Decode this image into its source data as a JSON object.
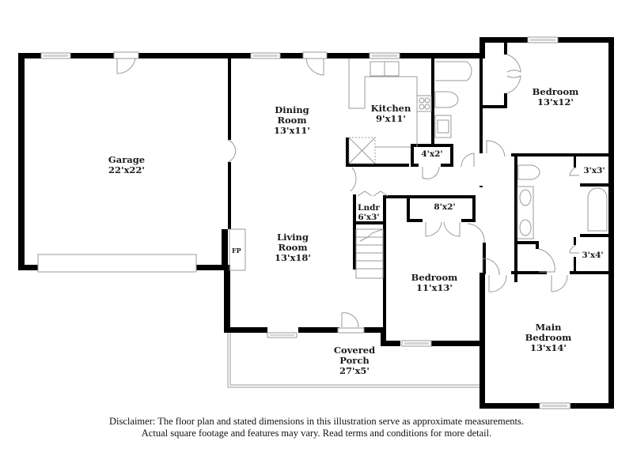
{
  "floorplan": {
    "rooms": [
      {
        "id": "garage",
        "name": "Garage",
        "dims": "22'x22'"
      },
      {
        "id": "dining",
        "name": "Dining Room",
        "name_lines": [
          "Dining",
          "Room"
        ],
        "dims": "13'x11'"
      },
      {
        "id": "kitchen",
        "name": "Kitchen",
        "dims": "9'x11'"
      },
      {
        "id": "bedroom1",
        "name": "Bedroom",
        "dims": "13'x12'"
      },
      {
        "id": "closet_4x2",
        "name": "",
        "dims": "4'x2'"
      },
      {
        "id": "closet_3x3",
        "name": "",
        "dims": "3'x3'"
      },
      {
        "id": "laundry",
        "name": "Lndr",
        "dims": "6'x3'"
      },
      {
        "id": "closet_8x2",
        "name": "",
        "dims": "8'x2'"
      },
      {
        "id": "living",
        "name": "Living Room",
        "name_lines": [
          "Living",
          "Room"
        ],
        "dims": "13'x18'"
      },
      {
        "id": "fireplace",
        "name": "FP",
        "dims": ""
      },
      {
        "id": "bedroom2",
        "name": "Bedroom",
        "dims": "11'x13'"
      },
      {
        "id": "closet_3x4",
        "name": "",
        "dims": "3'x4'"
      },
      {
        "id": "main_bedroom",
        "name": "Main Bedroom",
        "name_lines": [
          "Main",
          "Bedroom"
        ],
        "dims": "13'x14'"
      },
      {
        "id": "porch",
        "name": "Covered Porch",
        "name_lines": [
          "Covered",
          "Porch"
        ],
        "dims": "27'x5'"
      }
    ],
    "colors": {
      "wall": "#000000",
      "fixture": "#9a9a9a",
      "window_fill": "#d4d4d4",
      "text": "#1a1a1a",
      "background": "#ffffff"
    }
  },
  "disclaimer": {
    "line1": "Disclaimer: The floor plan and stated dimensions in this illustration serve as approximate measurements.",
    "line2": "Actual square footage and features may vary. Read terms and conditions for more detail."
  }
}
